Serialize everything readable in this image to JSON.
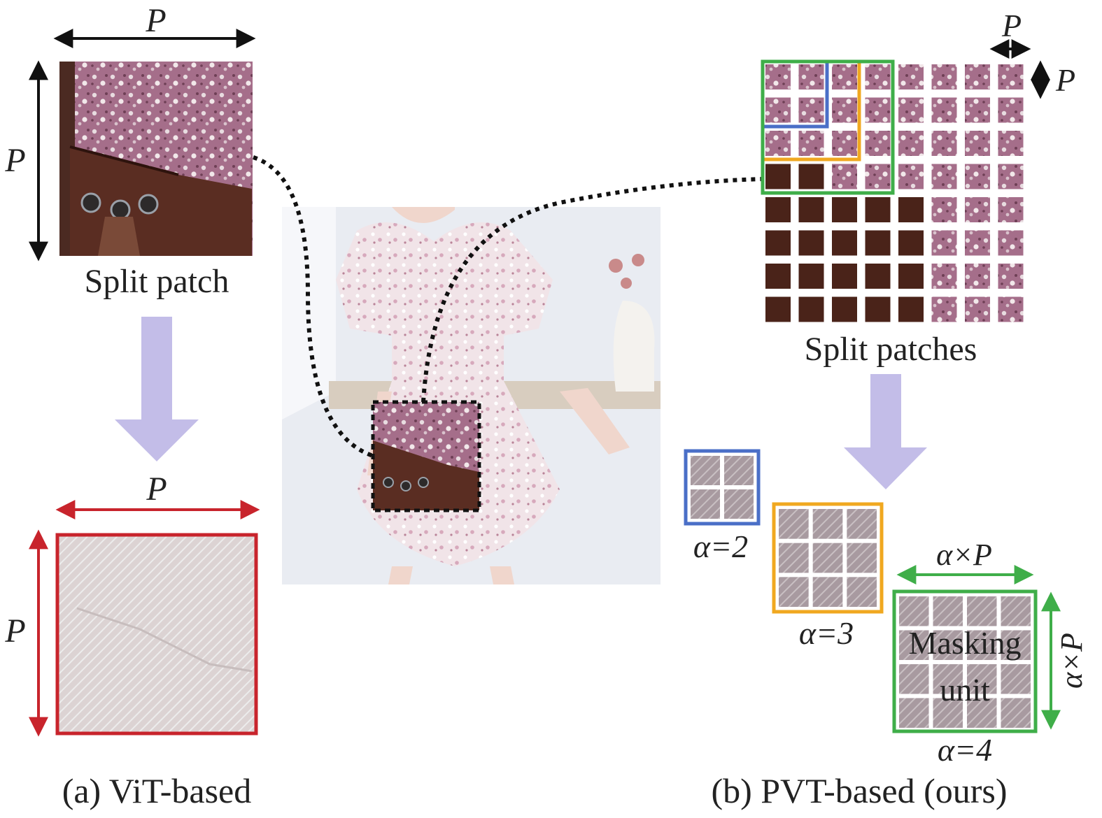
{
  "labels": {
    "p_symbol": "P",
    "alpha_p": "α×P",
    "split_patch": "Split patch",
    "split_patches": "Split patches",
    "alpha2": "α=2",
    "alpha3": "α=3",
    "alpha4": "α=4",
    "masking": "Masking",
    "unit": "unit",
    "caption_a": "(a) ViT-based",
    "caption_b": "(b) PVT-based (ours)"
  },
  "colors": {
    "blue": "#4a6fc7",
    "orange": "#f0a820",
    "green": "#3fae49",
    "red": "#c8242c",
    "flow_arrow": "#c3bde8",
    "fabric": "#9b6b86",
    "bag": "#5a2d22"
  },
  "grid": {
    "rows": 8,
    "cols": 8
  }
}
